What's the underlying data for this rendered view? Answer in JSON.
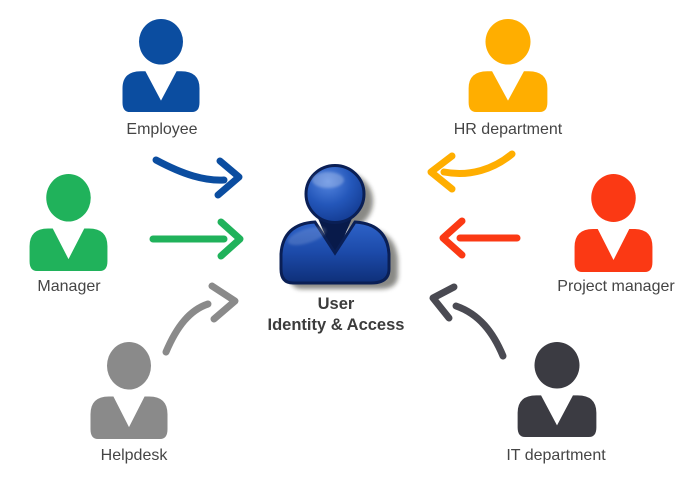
{
  "diagram_title": "User Identity & Access",
  "colors": {
    "background": "#ffffff",
    "label-text": "#454545",
    "center-text": "#3c3c3c",
    "center-outline": "#0a1f55",
    "center-body": "#1c4aa9"
  },
  "center": {
    "label_line1": "User",
    "label_line2": "Identity & Access"
  },
  "roles": [
    {
      "id": "employee",
      "label": "Employee",
      "color": "#0b4da0",
      "arrow_color": "#0b4da0",
      "position": "top-left",
      "arrow": {
        "points_to": "user-identity-access",
        "style": "curved"
      }
    },
    {
      "id": "hr-department",
      "label": "HR department",
      "color": "#ffae00",
      "arrow_color": "#ffae00",
      "position": "top-right",
      "arrow": {
        "points_to": "user-identity-access",
        "style": "curved"
      }
    },
    {
      "id": "manager",
      "label": "Manager",
      "color": "#20b25b",
      "arrow_color": "#20b25b",
      "position": "middle-left",
      "arrow": {
        "points_to": "user-identity-access",
        "style": "straight"
      }
    },
    {
      "id": "project-manager",
      "label": "Project manager",
      "color": "#fb3914",
      "arrow_color": "#fb3914",
      "position": "middle-right",
      "arrow": {
        "points_to": "user-identity-access",
        "style": "straight"
      }
    },
    {
      "id": "helpdesk",
      "label": "Helpdesk",
      "color": "#8a8a8a",
      "arrow_color": "#8a8a8a",
      "position": "bottom-left",
      "arrow": {
        "points_to": "user-identity-access",
        "style": "curved"
      }
    },
    {
      "id": "it-department",
      "label": "IT department",
      "color": "#3b3b42",
      "arrow_color": "#4a4a52",
      "position": "bottom-right",
      "arrow": {
        "points_to": "user-identity-access",
        "style": "curved"
      }
    }
  ]
}
